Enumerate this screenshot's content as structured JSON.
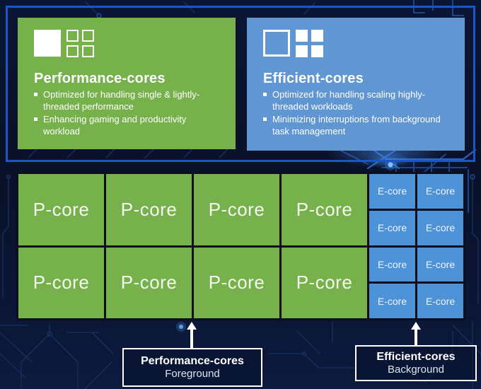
{
  "colors": {
    "background": "#0a1128",
    "panel_border": "#1a57c4",
    "pcore_green": "#77b14b",
    "card_blue": "#6097d2",
    "ecore_blue": "#4e92d8",
    "grid_border": "#0a0e1d",
    "text_white": "#ffffff",
    "trace_dim": "#16305e",
    "trace_mid": "#1e4a94",
    "trace_bright": "#2f6cc8"
  },
  "top_panel": {
    "performance_card": {
      "title": "Performance-cores",
      "bullets": [
        "Optimized for handling single & lightly-threaded performance",
        "Enhancing gaming and productivity workload"
      ]
    },
    "efficient_card": {
      "title": "Efficient-cores",
      "bullets": [
        "Optimized for handling scaling highly-threaded workloads",
        "Minimizing interruptions from background task management"
      ]
    }
  },
  "core_grid": {
    "p_core_label": "P-core",
    "p_core_count": 8,
    "e_core_label": "E-core",
    "e_core_count": 8
  },
  "callouts": {
    "performance": {
      "title": "Performance-cores",
      "subtitle": "Foreground"
    },
    "efficient": {
      "title": "Efficient-cores",
      "subtitle": "Background"
    }
  }
}
